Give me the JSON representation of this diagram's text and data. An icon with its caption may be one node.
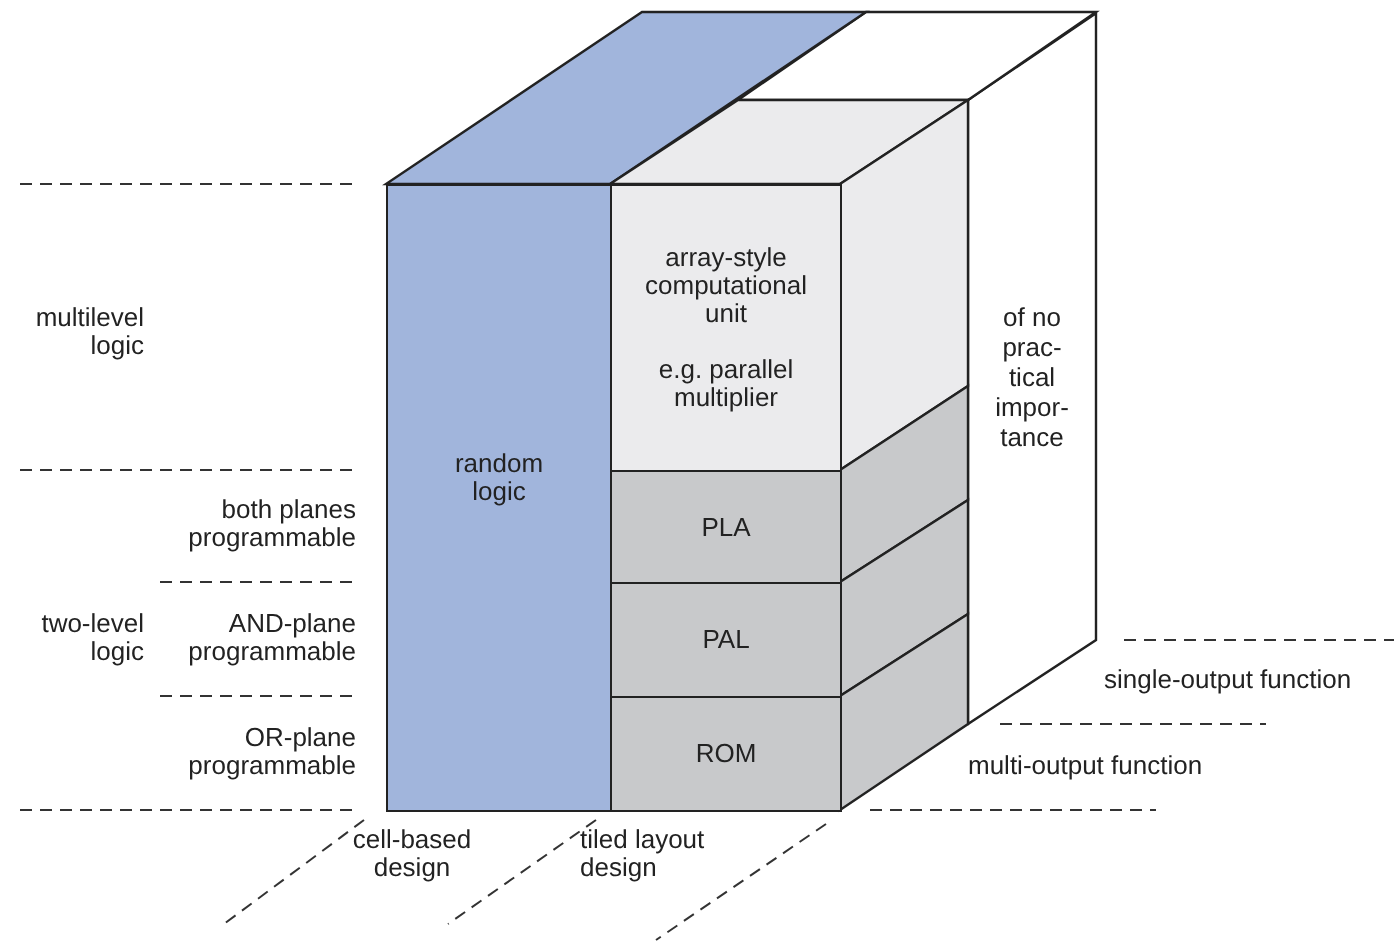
{
  "diagram": {
    "nodes": [
      {
        "text": [
          "random logic"
        ]
      },
      {
        "text": [
          "array-style computational unit",
          "e.g. parallel multiplier"
        ]
      },
      {
        "text": [
          "PLA"
        ]
      },
      {
        "text": [
          "PAL"
        ]
      },
      {
        "text": [
          "ROM"
        ]
      },
      {
        "text": [
          "of no prac- tical impor- tance"
        ]
      }
    ],
    "labels": [
      "multilevel logic",
      "both planes programmable",
      "two-level logic",
      "AND-plane programmable",
      "OR-plane programmable",
      "single-output function",
      "multi-output function",
      "cell-based design",
      "tiled layout design"
    ]
  }
}
